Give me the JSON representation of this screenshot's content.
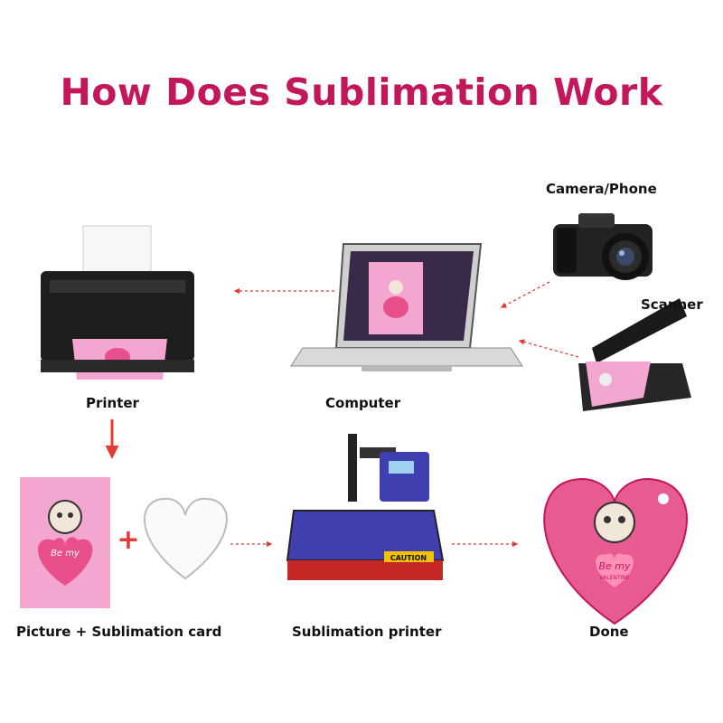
{
  "title": "How Does Sublimation Work",
  "labels": {
    "camera": "Camera/Phone",
    "scanner": "Scanner",
    "printer": "Printer",
    "computer": "Computer",
    "picture_card": "Picture + Sublimation card",
    "press": "Sublimation printer",
    "done": "Done"
  },
  "product_text": {
    "be_my": "Be my",
    "valentine": "VALENTINE"
  },
  "caution_text": "CAUTION",
  "plus_sign": "+",
  "colors": {
    "title": "#c2185b",
    "arrow": "#e53935",
    "pink": "#f3a6cf",
    "heart": "#e84f8c",
    "press_blue": "#3f3fb0"
  }
}
